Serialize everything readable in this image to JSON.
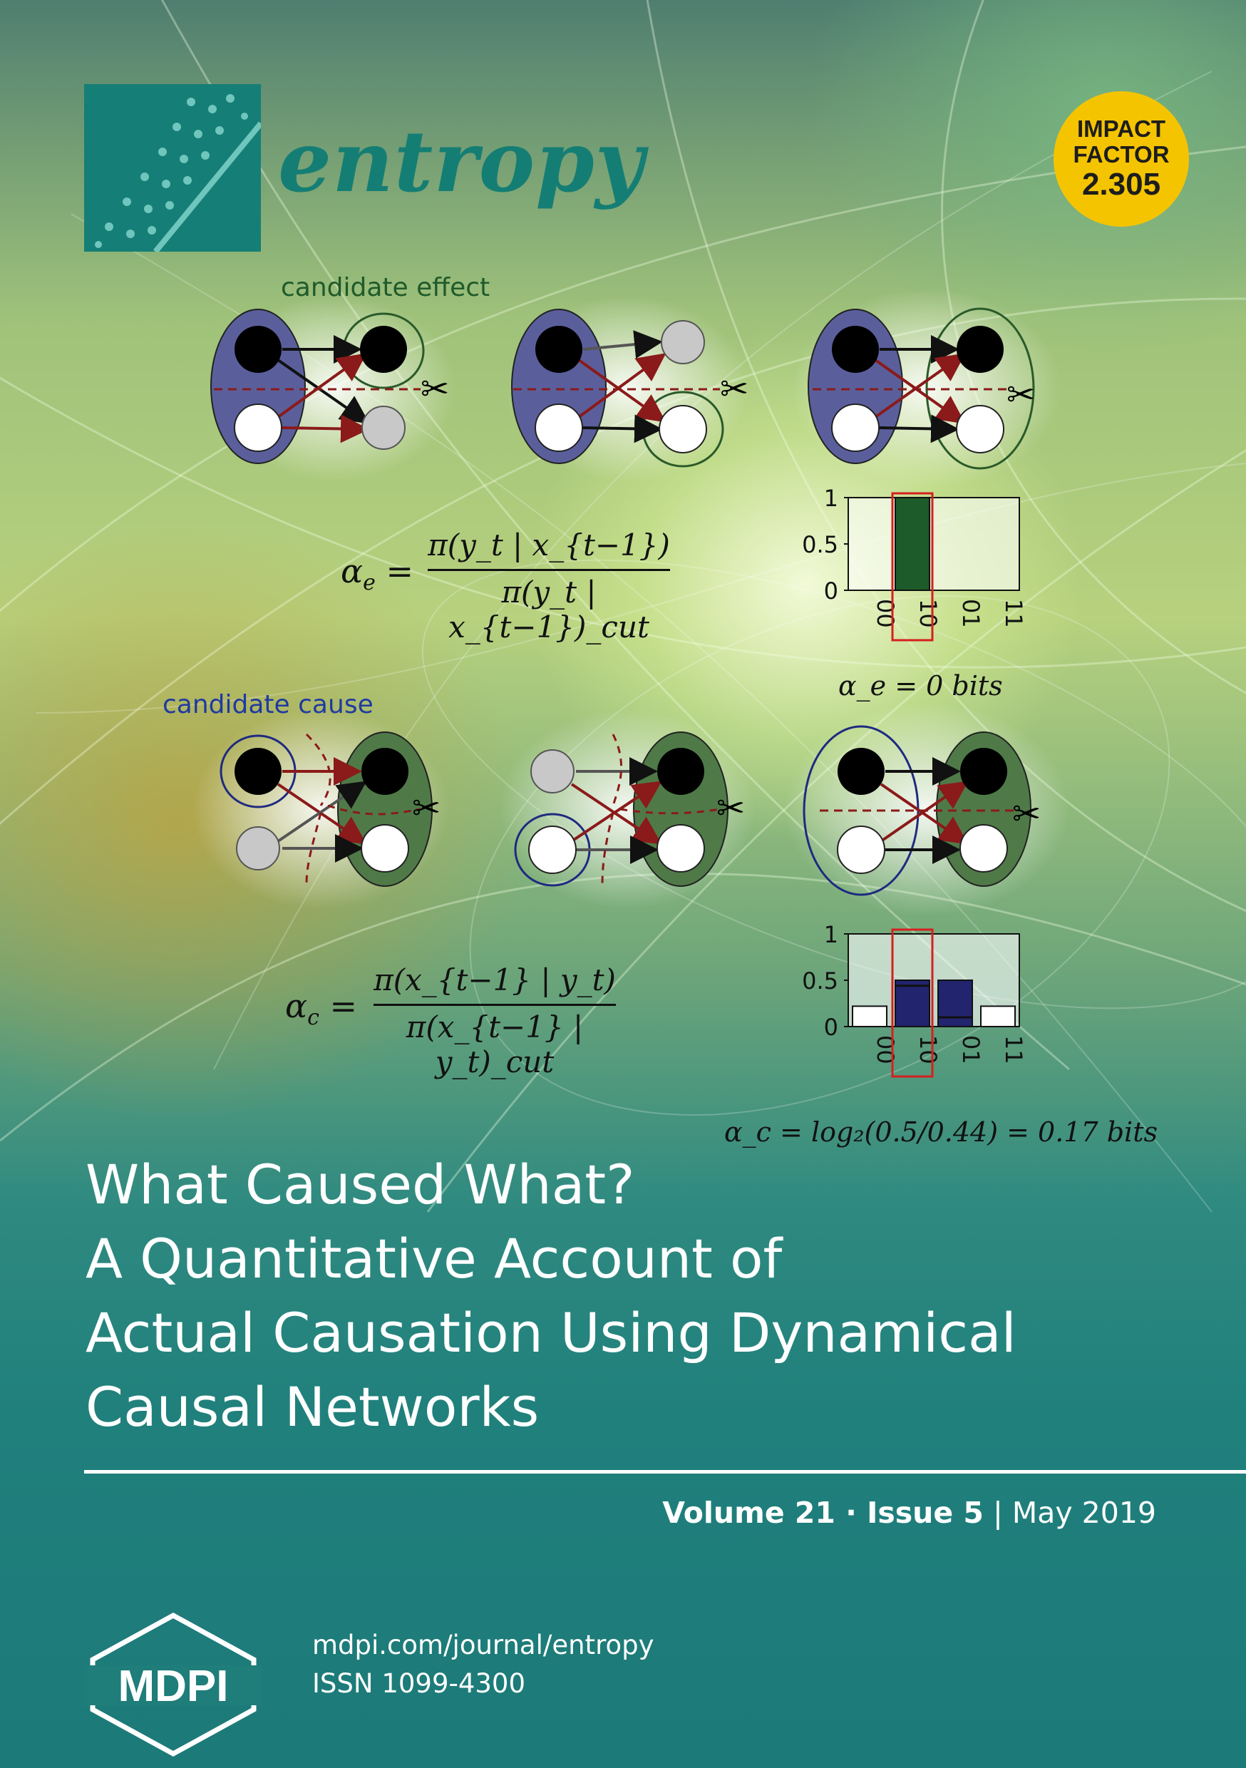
{
  "journal": {
    "name": "entropy",
    "impact_badge": {
      "line1": "IMPACT",
      "line2": "FACTOR",
      "value": "2.305"
    }
  },
  "figure": {
    "effect_label": "candidate effect",
    "cause_label": "candidate cause",
    "effect_formula": {
      "lhs": "α",
      "lhs_sub": "e",
      "numerator": "π(y_t | x_{t−1})",
      "denominator": "π(y_t | x_{t−1})_cut"
    },
    "cause_formula": {
      "lhs": "α",
      "lhs_sub": "c",
      "numerator": "π(x_{t−1} | y_t)",
      "denominator": "π(x_{t−1} | y_t)_cut"
    },
    "effect_result": "α_e = 0 bits",
    "cause_result": "α_c = log₂(0.5/0.44) = 0.17 bits",
    "colors": {
      "node_on": "#000000",
      "node_off": "#ffffff",
      "node_gray": "#c8c8c8",
      "group_blue": "#5a5f9c",
      "group_green": "#4f7a48",
      "arrow_red": "#8b1a1a",
      "bar_green": "#1e5b2a",
      "bar_blue": "#22246e",
      "highlight": "#d52020"
    }
  },
  "chart_data": [
    {
      "type": "bar",
      "categories": [
        "00",
        "10",
        "01",
        "11"
      ],
      "values": [
        0,
        1,
        0,
        0
      ],
      "ylim": [
        0,
        1
      ],
      "yticks": [
        "0",
        "0.5",
        "1"
      ],
      "highlight_category": "10",
      "bar_color": "#1e5b2a"
    },
    {
      "type": "bar",
      "categories": [
        "00",
        "10",
        "01",
        "11"
      ],
      "values": [
        0.22,
        0.5,
        0.5,
        0.22
      ],
      "marker_values": [
        null,
        0.44,
        0.1,
        null
      ],
      "ylim": [
        0,
        1
      ],
      "yticks": [
        "0",
        "0.5",
        "1"
      ],
      "highlight_category": "10",
      "bar_colors": [
        "#ffffff",
        "#22246e",
        "#22246e",
        "#ffffff"
      ]
    }
  ],
  "article": {
    "title_lines": [
      "What Caused What?",
      "A Quantitative Account of",
      "Actual Causation Using Dynamical",
      "Causal Networks"
    ]
  },
  "issue": {
    "volume": "Volume 21",
    "separator": " · ",
    "issue": "Issue 5",
    "bar": " | ",
    "date": "May 2019"
  },
  "footer": {
    "publisher": "MDPI",
    "url": "mdpi.com/journal/entropy",
    "issn": "ISSN 1099-4300"
  }
}
